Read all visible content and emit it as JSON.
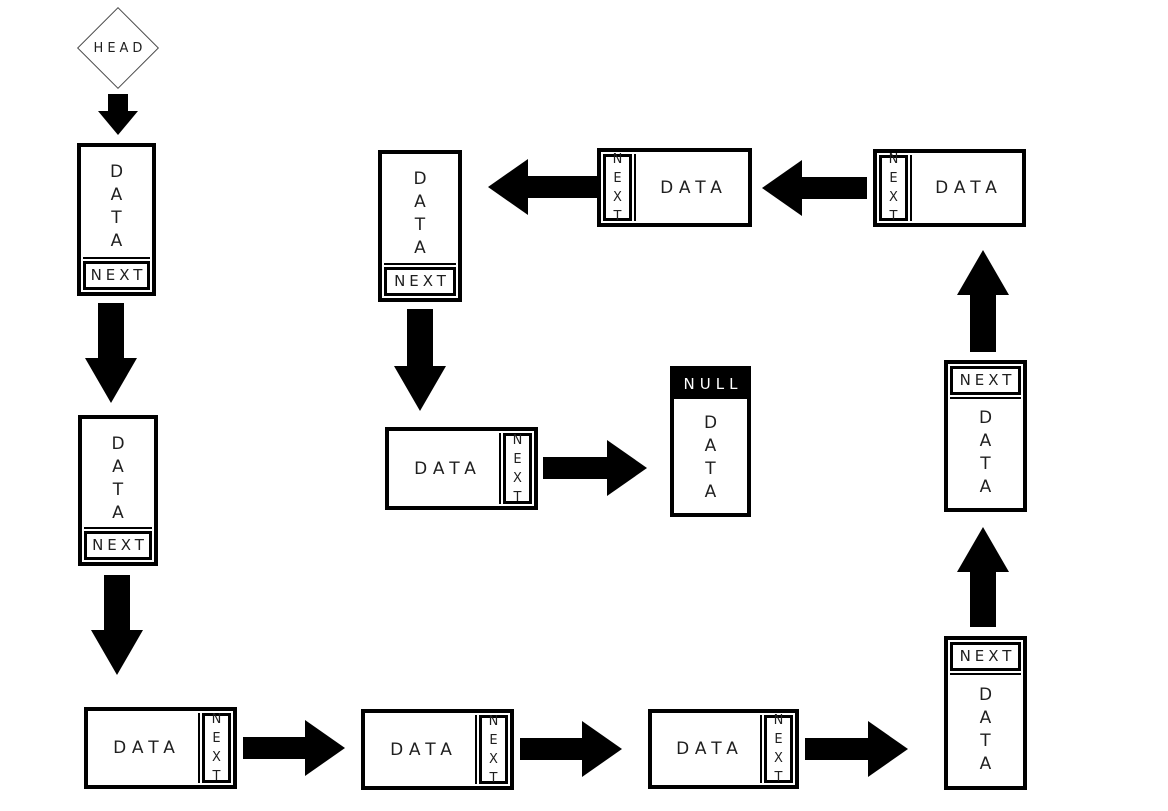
{
  "diagram": {
    "kind": "circular-linked-list-diagram",
    "colors": {
      "stroke": "#000000",
      "node_fill": "#ffffff",
      "null_header_bg": "#000000",
      "null_header_text": "#ffffff"
    },
    "head": {
      "label": "HEAD",
      "shape": "diamond"
    },
    "nodes": [
      {
        "id": "node-1",
        "orientation": "vertical",
        "next_position": "bottom",
        "data_label": "DATA",
        "next_label": "NEXT"
      },
      {
        "id": "node-2",
        "orientation": "vertical",
        "next_position": "bottom",
        "data_label": "DATA",
        "next_label": "NEXT"
      },
      {
        "id": "node-3",
        "orientation": "horizontal",
        "next_position": "right",
        "data_label": "DATA",
        "next_label": "NEXT"
      },
      {
        "id": "node-4",
        "orientation": "horizontal",
        "next_position": "right",
        "data_label": "DATA",
        "next_label": "NEXT"
      },
      {
        "id": "node-5",
        "orientation": "horizontal",
        "next_position": "right",
        "data_label": "DATA",
        "next_label": "NEXT"
      },
      {
        "id": "node-6",
        "orientation": "vertical",
        "next_position": "top",
        "data_label": "DATA",
        "next_label": "NEXT"
      },
      {
        "id": "node-7",
        "orientation": "vertical",
        "next_position": "top",
        "data_label": "DATA",
        "next_label": "NEXT"
      },
      {
        "id": "node-8",
        "orientation": "horizontal",
        "next_position": "left",
        "data_label": "DATA",
        "next_label": "NEXT"
      },
      {
        "id": "node-9",
        "orientation": "horizontal",
        "next_position": "left",
        "data_label": "DATA",
        "next_label": "NEXT"
      },
      {
        "id": "node-10",
        "orientation": "vertical",
        "next_position": "bottom",
        "data_label": "DATA",
        "next_label": "NEXT"
      },
      {
        "id": "node-11",
        "orientation": "horizontal",
        "next_position": "right",
        "data_label": "DATA",
        "next_label": "NEXT"
      }
    ],
    "tail": {
      "id": "null-node",
      "header_label": "NULL",
      "data_label": "DATA"
    },
    "connections": [
      {
        "from": "head",
        "to": "node-1",
        "direction": "down"
      },
      {
        "from": "node-1",
        "to": "node-2",
        "direction": "down"
      },
      {
        "from": "node-2",
        "to": "node-3",
        "direction": "down"
      },
      {
        "from": "node-3",
        "to": "node-4",
        "direction": "right"
      },
      {
        "from": "node-4",
        "to": "node-5",
        "direction": "right"
      },
      {
        "from": "node-5",
        "to": "node-6",
        "direction": "right"
      },
      {
        "from": "node-6",
        "to": "node-7",
        "direction": "up"
      },
      {
        "from": "node-7",
        "to": "node-8",
        "direction": "up"
      },
      {
        "from": "node-8",
        "to": "node-9",
        "direction": "left"
      },
      {
        "from": "node-9",
        "to": "node-10",
        "direction": "left"
      },
      {
        "from": "node-10",
        "to": "node-11",
        "direction": "down"
      },
      {
        "from": "node-11",
        "to": "null-node",
        "direction": "right"
      }
    ]
  }
}
